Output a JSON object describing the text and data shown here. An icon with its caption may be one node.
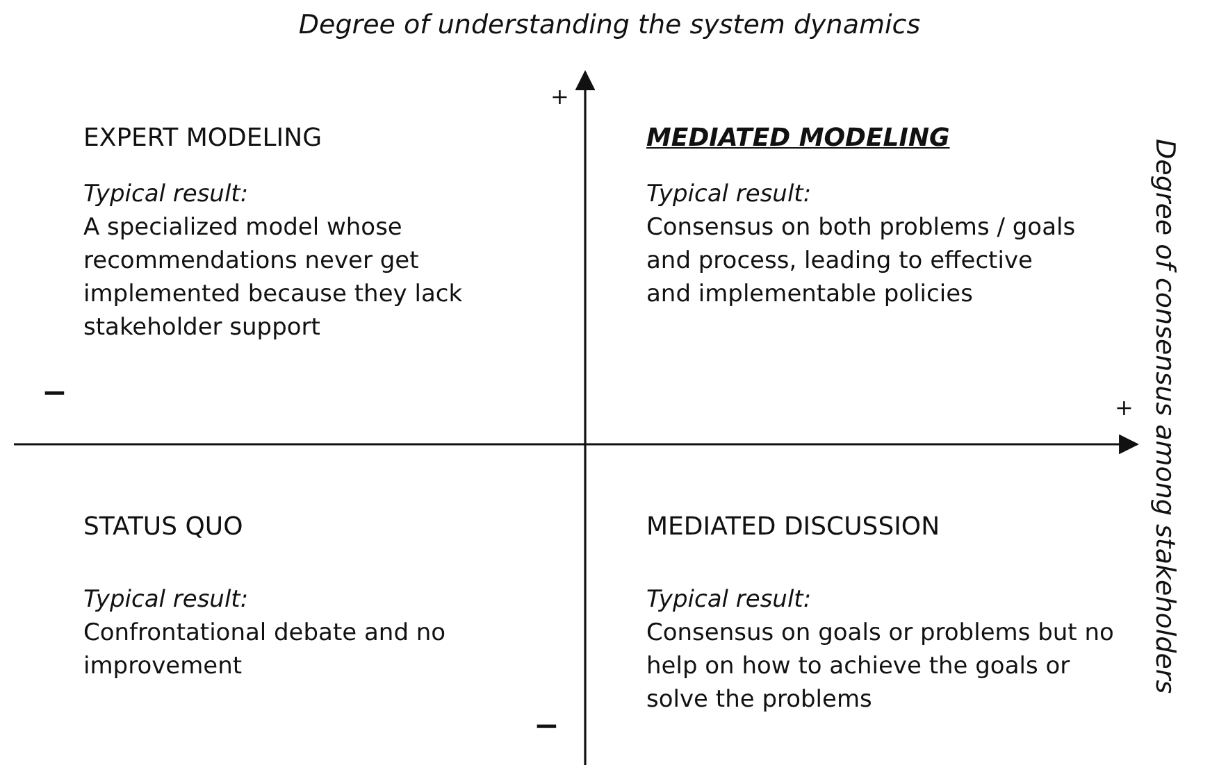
{
  "diagram": {
    "labels": [
      "Degree of understanding the system dynamics",
      "+",
      "EXPERT MODELING",
      "MEDIATED MODELING",
      "Degree of consensus among stakeholders",
      "Typical result:",
      "A specialized model whose recommendations never get implemented because they lack stakeholder support",
      "Typical result:",
      "Consensus on both problems / goals and process, leading to effective and implementable policies",
      "−",
      "+",
      "STATUS QUO",
      "MEDIATED DISCUSSION",
      "Typical result:",
      "Typical result:",
      "Confrontational debate and no improvement",
      "Consensus on goals or problems but no help on how to achieve the goals or solve the problems",
      "−"
    ]
  }
}
